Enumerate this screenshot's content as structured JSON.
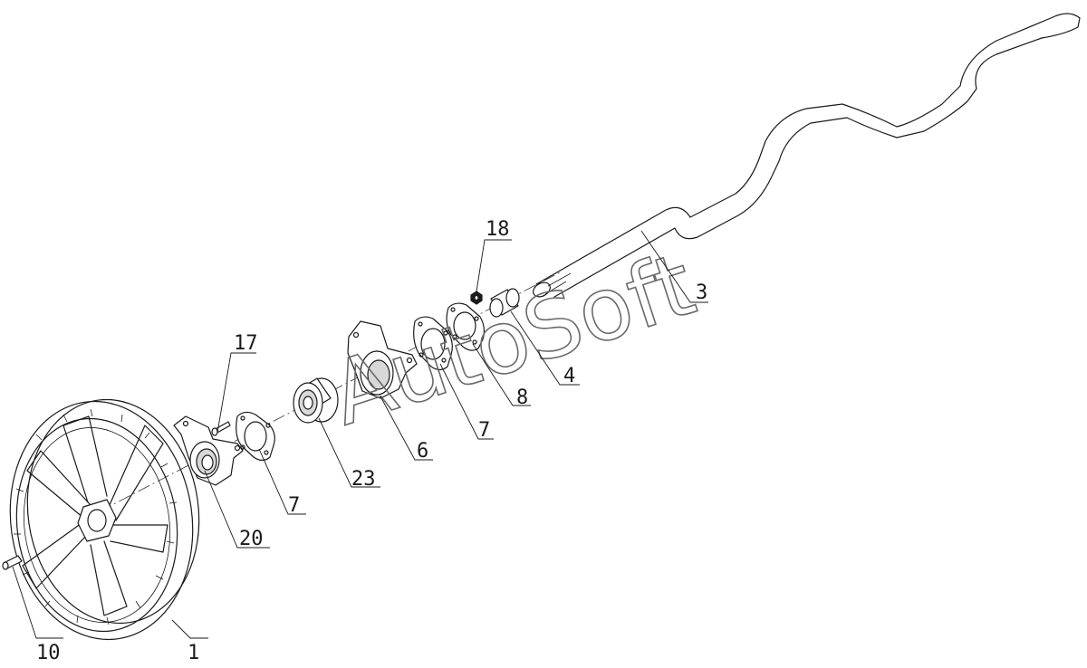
{
  "drawing": {
    "watermark": "AutoSoft",
    "callouts": [
      {
        "id": "c1",
        "label": "1"
      },
      {
        "id": "c3",
        "label": "3"
      },
      {
        "id": "c4",
        "label": "4"
      },
      {
        "id": "c6",
        "label": "6"
      },
      {
        "id": "c7a",
        "label": "7"
      },
      {
        "id": "c7b",
        "label": "7"
      },
      {
        "id": "c8",
        "label": "8"
      },
      {
        "id": "c10",
        "label": "10"
      },
      {
        "id": "c17",
        "label": "17"
      },
      {
        "id": "c18",
        "label": "18"
      },
      {
        "id": "c20",
        "label": "20"
      },
      {
        "id": "c23",
        "label": "23"
      }
    ],
    "colors": {
      "line": "#1a1a1a",
      "background": "#ffffff",
      "watermark": "#6a6a6a"
    }
  }
}
